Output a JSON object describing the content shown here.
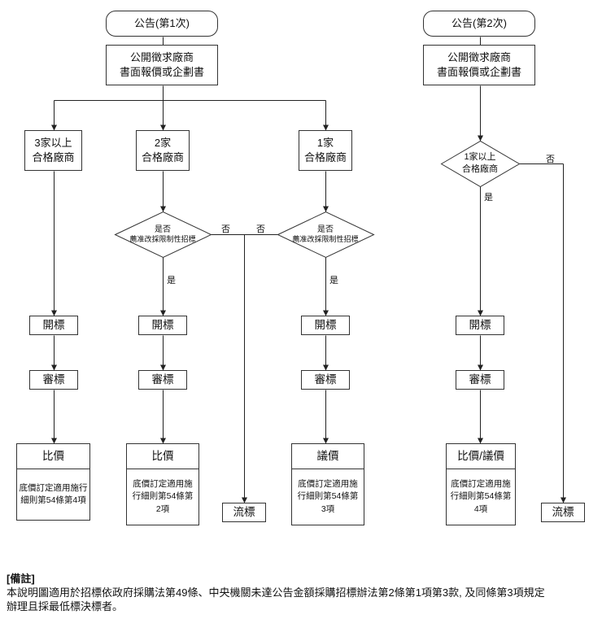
{
  "flow1": {
    "start": "公告(第1次)",
    "announce": "公開徵求廠商\n書面報價或企劃書",
    "branch1": {
      "qualify": "3家以上\n合格廠商",
      "open": "開標",
      "review": "審標",
      "award": "比價",
      "note": "底價訂定適用施行\n細則第54條第4項"
    },
    "branch2": {
      "qualify": "2家\n合格廠商",
      "decision_top": "是否",
      "decision_bottom": "薦准改採限制性招標",
      "open": "開標",
      "review": "審標",
      "award": "比價",
      "note": "底價訂定適用施\n行細則第54條第\n2項"
    },
    "branch3": {
      "qualify": "1家\n合格廠商",
      "decision_top": "是否",
      "decision_bottom": "薦准改採限制性招標",
      "open": "開標",
      "review": "審標",
      "award": "議價",
      "note": "底價訂定適用施\n行細則第54條第\n3項"
    },
    "fail": "流標"
  },
  "flow2": {
    "start": "公告(第2次)",
    "announce": "公開徵求廠商\n書面報價或企劃書",
    "decision": "1家以上\n合格廠商",
    "open": "開標",
    "review": "審標",
    "award": "比價/議價",
    "note": "底價訂定適用施\n行細則第54條第\n4項",
    "fail": "流標"
  },
  "labels": {
    "yes": "是",
    "no": "否"
  },
  "footer": {
    "tag": "[備註]",
    "line1": "本說明圖適用於招標依政府採購法第49條、中央機關未達公告金額採購招標辦法第2條第1項第3款, 及同條第3項規定",
    "line2": "辦理且採最低標決標者。"
  }
}
